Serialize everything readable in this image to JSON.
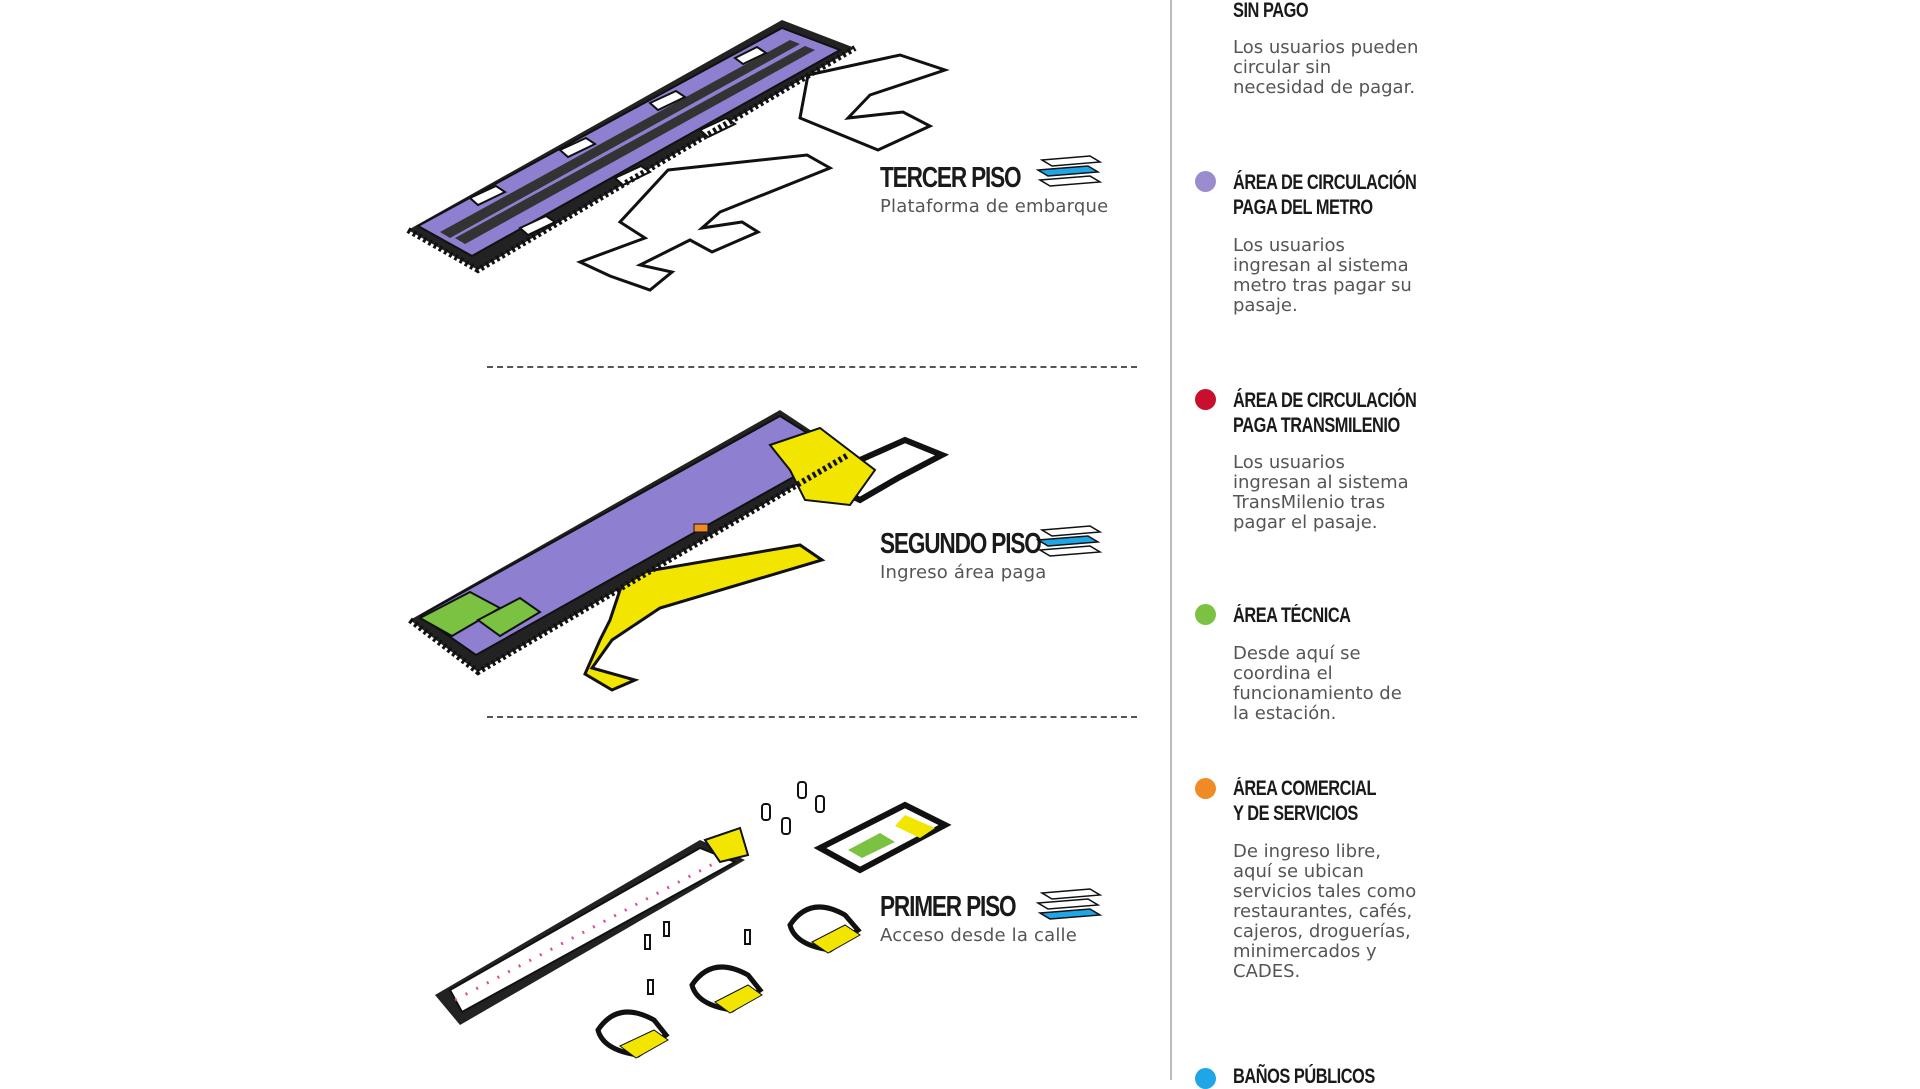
{
  "floors": [
    {
      "title": "TERCER PISO",
      "subtitle": "Plataforma de embarque"
    },
    {
      "title": "SEGUNDO PISO",
      "subtitle": "Ingreso área paga"
    },
    {
      "title": "PRIMER PISO",
      "subtitle": "Acceso desde la calle"
    }
  ],
  "legend": {
    "top_partial": {
      "title": "SIN PAGO",
      "desc": "Los usuarios pueden circular sin necesidad de pagar."
    },
    "items": [
      {
        "title1": "ÁREA DE CIRCULACIÓN",
        "title2": "PAGA DEL METRO",
        "desc": "Los usuarios ingresan al sistema metro tras pagar su pasaje.",
        "color": "#9b8ccf"
      },
      {
        "title1": "ÁREA DE CIRCULACIÓN",
        "title2": "PAGA TRANSMILENIO",
        "desc": "Los usuarios ingresan al sistema TransMilenio tras pagar el pasaje.",
        "color": "#c8102e"
      },
      {
        "title1": "ÁREA TÉCNICA",
        "title2": "",
        "desc": "Desde aquí se coordina el funcionamiento de la estación.",
        "color": "#7cc242"
      },
      {
        "title1": "ÁREA COMERCIAL",
        "title2": "Y DE SERVICIOS",
        "desc": "De ingreso libre, aquí se ubican servicios tales como restaurantes, cafés, cajeros, droguerías, minimercados y CADES.",
        "color": "#f08a24"
      }
    ],
    "bottom_partial": {
      "title": "BAÑOS PÚBLICOS",
      "color": "#1ea6e6"
    }
  },
  "colors": {
    "metro_paid": "#8f7fd0",
    "tech": "#7cc242",
    "yellow": "#f2e600",
    "orange": "#f08a24",
    "pink": "#e04aa0",
    "layer_icon_blue": "#1ea6e6"
  },
  "icons": [
    "floor-layers-icon"
  ]
}
